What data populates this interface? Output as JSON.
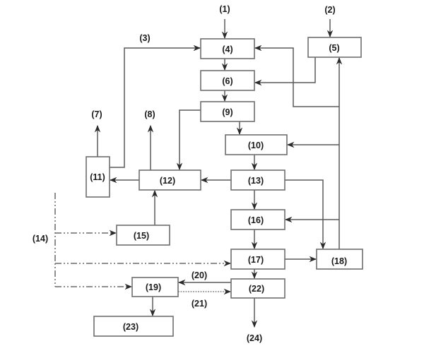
{
  "diagram": {
    "type": "process-flowchart",
    "nodes": [
      {
        "id": "4",
        "label": "(4)"
      },
      {
        "id": "5",
        "label": "(5)"
      },
      {
        "id": "6",
        "label": "(6)"
      },
      {
        "id": "9",
        "label": "(9)"
      },
      {
        "id": "10",
        "label": "(10)"
      },
      {
        "id": "11",
        "label": "(11)"
      },
      {
        "id": "12",
        "label": "(12)"
      },
      {
        "id": "13",
        "label": "(13)"
      },
      {
        "id": "15",
        "label": "(15)"
      },
      {
        "id": "16",
        "label": "(16)"
      },
      {
        "id": "17",
        "label": "(17)"
      },
      {
        "id": "18",
        "label": "(18)"
      },
      {
        "id": "19",
        "label": "(19)"
      },
      {
        "id": "22",
        "label": "(22)"
      },
      {
        "id": "23",
        "label": "(23)"
      }
    ],
    "stream_labels": [
      {
        "id": "1",
        "label": "(1)"
      },
      {
        "id": "2",
        "label": "(2)"
      },
      {
        "id": "3",
        "label": "(3)"
      },
      {
        "id": "7",
        "label": "(7)"
      },
      {
        "id": "8",
        "label": "(8)"
      },
      {
        "id": "14",
        "label": "(14)"
      },
      {
        "id": "20",
        "label": "(20)"
      },
      {
        "id": "21",
        "label": "(21)"
      },
      {
        "id": "24",
        "label": "(24)"
      }
    ],
    "edges": [
      {
        "from": "(1)",
        "to": "4",
        "style": "solid"
      },
      {
        "from": "(2)",
        "to": "5",
        "style": "solid"
      },
      {
        "from": "11",
        "to": "4",
        "style": "solid",
        "label": "(3)"
      },
      {
        "from": "4",
        "to": "6",
        "style": "solid"
      },
      {
        "from": "5",
        "to": "6",
        "style": "solid"
      },
      {
        "from": "18",
        "to": "4",
        "style": "solid"
      },
      {
        "from": "18",
        "to": "5",
        "style": "solid"
      },
      {
        "from": "6",
        "to": "9",
        "style": "solid"
      },
      {
        "from": "9",
        "to": "12",
        "style": "solid"
      },
      {
        "from": "9",
        "to": "10",
        "style": "solid"
      },
      {
        "from": "18",
        "to": "10",
        "style": "solid"
      },
      {
        "from": "10",
        "to": "13",
        "style": "solid"
      },
      {
        "from": "13",
        "to": "12",
        "style": "solid"
      },
      {
        "from": "13",
        "to": "16",
        "style": "solid"
      },
      {
        "from": "13",
        "to": "18",
        "style": "solid"
      },
      {
        "from": "18",
        "to": "16",
        "style": "solid"
      },
      {
        "from": "12",
        "to": "11",
        "style": "solid"
      },
      {
        "from": "11",
        "to": "(7)",
        "style": "solid"
      },
      {
        "from": "12",
        "to": "(8)",
        "style": "solid"
      },
      {
        "from": "15",
        "to": "12",
        "style": "solid"
      },
      {
        "from": "(14)",
        "to": "15",
        "style": "dash-dot"
      },
      {
        "from": "(14)",
        "to": "17",
        "style": "dash-dot"
      },
      {
        "from": "(14)",
        "to": "19",
        "style": "dash-dot"
      },
      {
        "from": "16",
        "to": "17",
        "style": "solid"
      },
      {
        "from": "17",
        "to": "18",
        "style": "solid"
      },
      {
        "from": "17",
        "to": "22",
        "style": "solid"
      },
      {
        "from": "22",
        "to": "19",
        "style": "solid",
        "label": "(20)"
      },
      {
        "from": "19",
        "to": "22",
        "style": "dotted",
        "label": "(21)"
      },
      {
        "from": "19",
        "to": "23",
        "style": "solid"
      },
      {
        "from": "22",
        "to": "(24)",
        "style": "solid"
      }
    ]
  }
}
